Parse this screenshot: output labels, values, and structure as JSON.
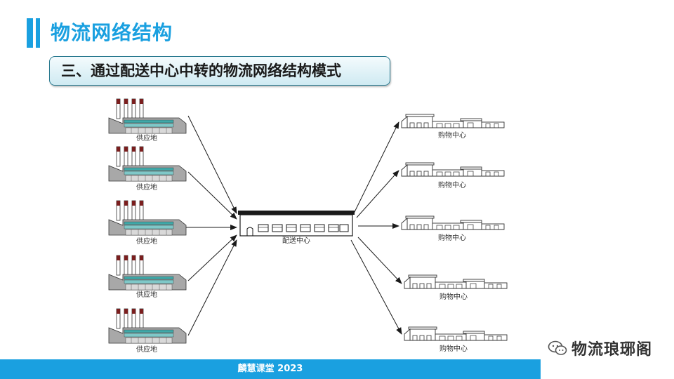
{
  "header": {
    "title": "物流网络结构",
    "subtitle": "三、通过配送中心中转的物流网络结构模式"
  },
  "diagram": {
    "suppliers": [
      {
        "label": "供应地"
      },
      {
        "label": "供应地"
      },
      {
        "label": "供应地"
      },
      {
        "label": "供应地"
      },
      {
        "label": "供应地"
      }
    ],
    "distribution_center": {
      "label": "配送中心"
    },
    "shopping_centers": [
      {
        "label": "购物中心"
      },
      {
        "label": "购物中心"
      },
      {
        "label": "购物中心"
      },
      {
        "label": "购物中心"
      },
      {
        "label": "购物中心"
      }
    ]
  },
  "footer": {
    "text": "麟慧课堂 2023"
  },
  "watermark": {
    "text": "物流琅琊阁",
    "icon": "wechat-icon"
  },
  "colors": {
    "accent": "#1aa0e0",
    "box_border": "#2a7a90"
  }
}
